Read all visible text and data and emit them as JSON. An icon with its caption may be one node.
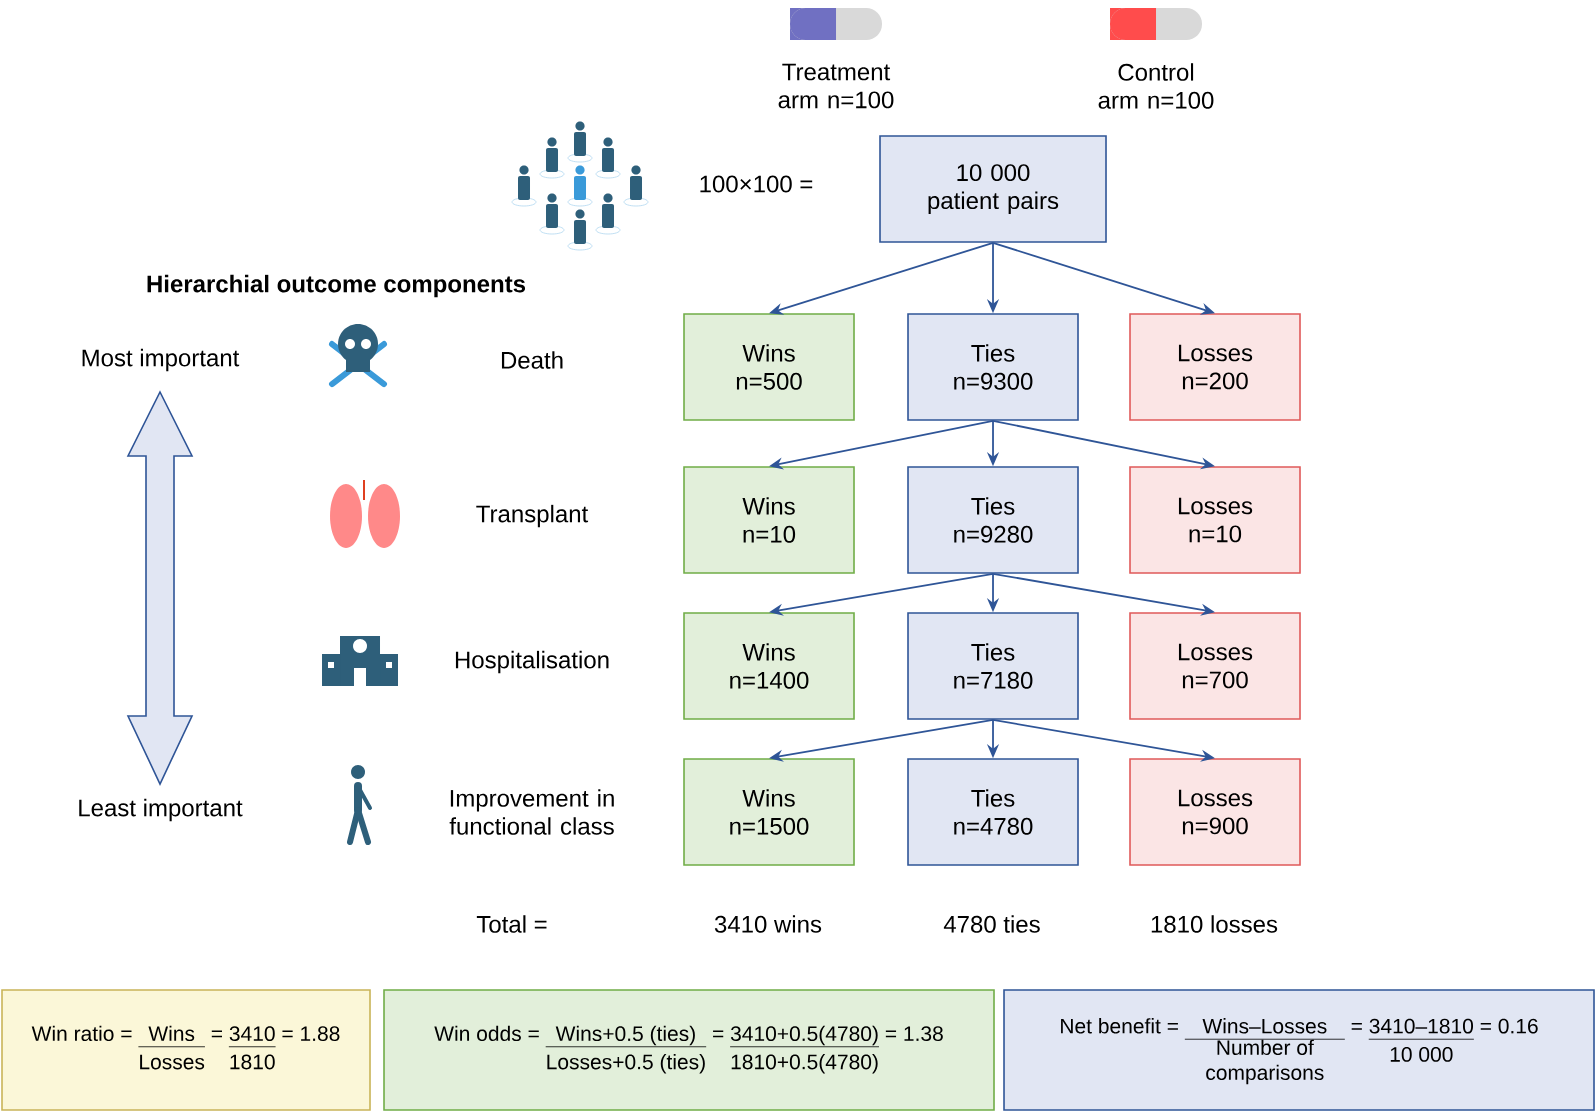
{
  "diagram": {
    "nodes": [
      {
        "text": [
          "10 000 patient pairs"
        ]
      },
      {
        "text": [
          "Wins",
          "n=500"
        ]
      },
      {
        "text": [
          "Ties",
          "n=9300"
        ]
      },
      {
        "text": [
          "Losses",
          "n=200"
        ]
      },
      {
        "text": [
          "Wins",
          "n=10"
        ]
      },
      {
        "text": [
          "Ties",
          "n=9280"
        ]
      },
      {
        "text": [
          "Losses",
          "n=10"
        ]
      },
      {
        "text": [
          "Wins",
          "n=1400"
        ]
      },
      {
        "text": [
          "Ties",
          "n=7180"
        ]
      },
      {
        "text": [
          "Losses",
          "n=700"
        ]
      },
      {
        "text": [
          "Wins",
          "n=1500"
        ]
      },
      {
        "text": [
          "Ties",
          "n=4780"
        ]
      },
      {
        "text": [
          "Losses",
          "n=900"
        ]
      },
      {
        "text": [
          "Win ratio =",
          "Wins",
          "Losses",
          "=",
          "3410",
          "1810",
          "= 1.88"
        ]
      },
      {
        "text": [
          "Win odds =",
          "Wins+0.5 (ties)",
          "Losses+0.5 (ties)",
          "=",
          "3410+0.5(4780)",
          "1810+0.5(4780)",
          "= 1.38"
        ]
      },
      {
        "text": [
          "Net benefit =",
          "Wins–Losses",
          "Number of comparisons",
          "=",
          "3410–1810",
          "10 000",
          "= 0.16"
        ]
      }
    ],
    "edges": [
      {
        "from": 0,
        "to": 1,
        "arrow": "to"
      },
      {
        "from": 0,
        "to": 2,
        "arrow": "to"
      },
      {
        "from": 0,
        "to": 3,
        "arrow": "to"
      },
      {
        "from": 2,
        "to": 4,
        "arrow": "to"
      },
      {
        "from": 2,
        "to": 5,
        "arrow": "to"
      },
      {
        "from": 2,
        "to": 6,
        "arrow": "to"
      },
      {
        "from": 5,
        "to": 7,
        "arrow": "to"
      },
      {
        "from": 5,
        "to": 8,
        "arrow": "to"
      },
      {
        "from": 5,
        "to": 9,
        "arrow": "to"
      },
      {
        "from": 8,
        "to": 10,
        "arrow": "to"
      },
      {
        "from": 8,
        "to": 11,
        "arrow": "to"
      },
      {
        "from": 8,
        "to": 12,
        "arrow": "to"
      }
    ],
    "labels": [
      "Treatment arm n=100",
      "Control arm n=100",
      "100×100 =",
      "Hierarchial outcome components",
      "Most important",
      "Death",
      "Transplant",
      "Hospitalisation",
      "Least important",
      "Improvement in functional class",
      "Total =",
      "3410 wins",
      "4780 ties",
      "1810 losses"
    ]
  }
}
